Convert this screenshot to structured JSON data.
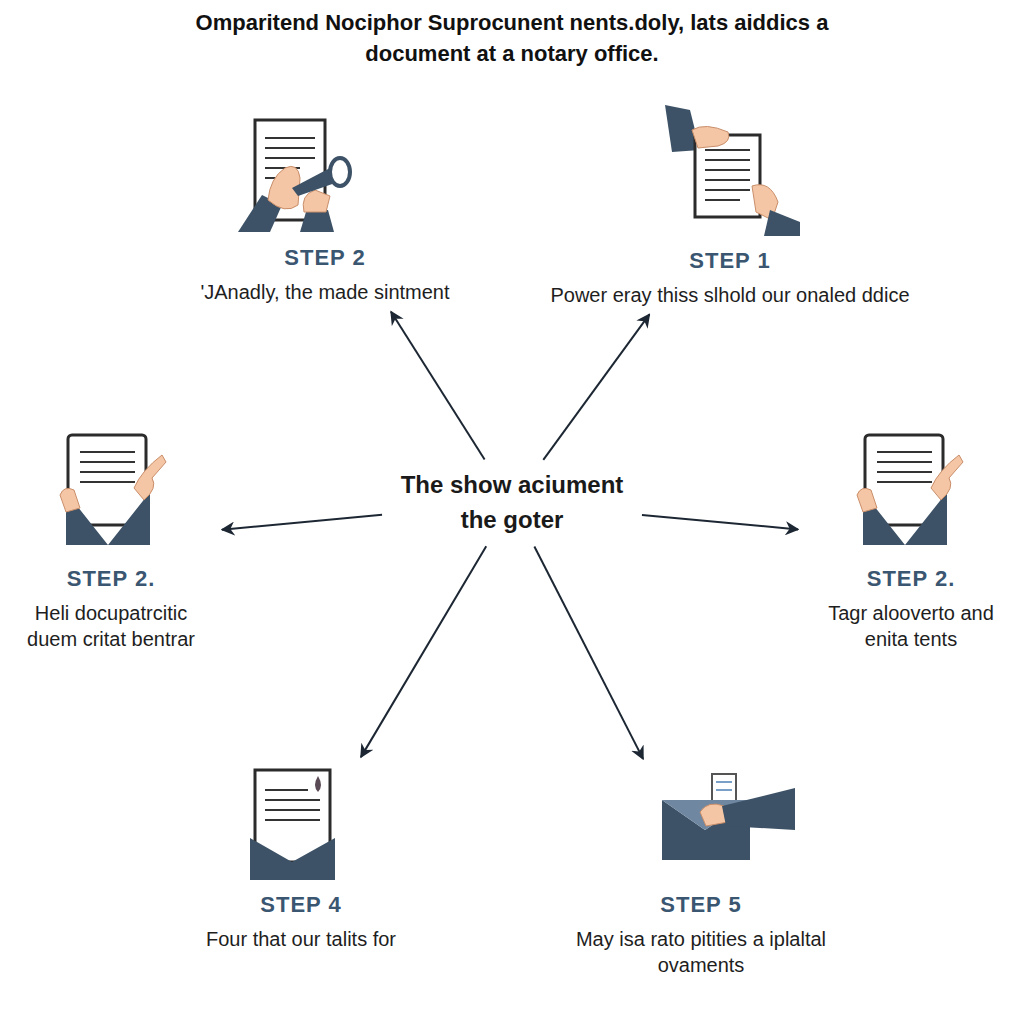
{
  "diagram": {
    "title": "Omparitend Nociphor Suprocunent nents.doly, lats aiddics a document at a notary office.",
    "nodes": [
      {
        "text": [
          "STEP 2",
          "'JAnadly, the made sintment"
        ]
      },
      {
        "text": [
          "STEP 1",
          "Power eray thiss slhold our onaled ddice"
        ]
      },
      {
        "text": [
          "STEP 2.",
          "Heli docupatrcitic duem critat bentrar"
        ]
      },
      {
        "text": [
          "The show aciument the goter"
        ]
      },
      {
        "text": [
          "STEP 2.",
          "Tagr alooverto and enita tents"
        ]
      },
      {
        "text": [
          "STEP 4",
          "Four that our talits for"
        ]
      },
      {
        "text": [
          "STEP 5",
          "May isa rato pitities a iplaltal ovaments"
        ]
      }
    ],
    "edges": [
      {
        "from": 3,
        "to": 0,
        "arrow": "to"
      },
      {
        "from": 3,
        "to": 1,
        "arrow": "to"
      },
      {
        "from": 3,
        "to": 2,
        "arrow": "to"
      },
      {
        "from": 3,
        "to": 4,
        "arrow": "to"
      },
      {
        "from": 3,
        "to": 5,
        "arrow": "to"
      },
      {
        "from": 3,
        "to": 6,
        "arrow": "to"
      }
    ]
  }
}
